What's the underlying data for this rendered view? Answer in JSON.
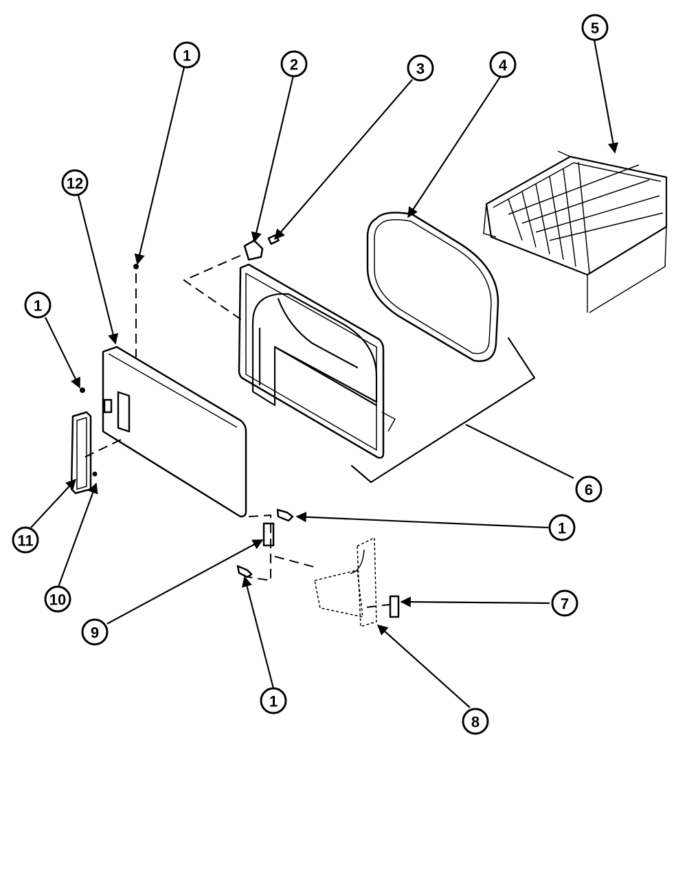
{
  "callouts": [
    {
      "id": "c1a",
      "label": "1"
    },
    {
      "id": "c2",
      "label": "2"
    },
    {
      "id": "c3",
      "label": "3"
    },
    {
      "id": "c4",
      "label": "4"
    },
    {
      "id": "c5",
      "label": "5"
    },
    {
      "id": "c12",
      "label": "12"
    },
    {
      "id": "c1b",
      "label": "1"
    },
    {
      "id": "c11",
      "label": "11"
    },
    {
      "id": "c10",
      "label": "10"
    },
    {
      "id": "c6",
      "label": "6"
    },
    {
      "id": "c1c",
      "label": "1"
    },
    {
      "id": "c7",
      "label": "7"
    },
    {
      "id": "c9",
      "label": "9"
    },
    {
      "id": "c1d",
      "label": "1"
    },
    {
      "id": "c8",
      "label": "8"
    }
  ]
}
